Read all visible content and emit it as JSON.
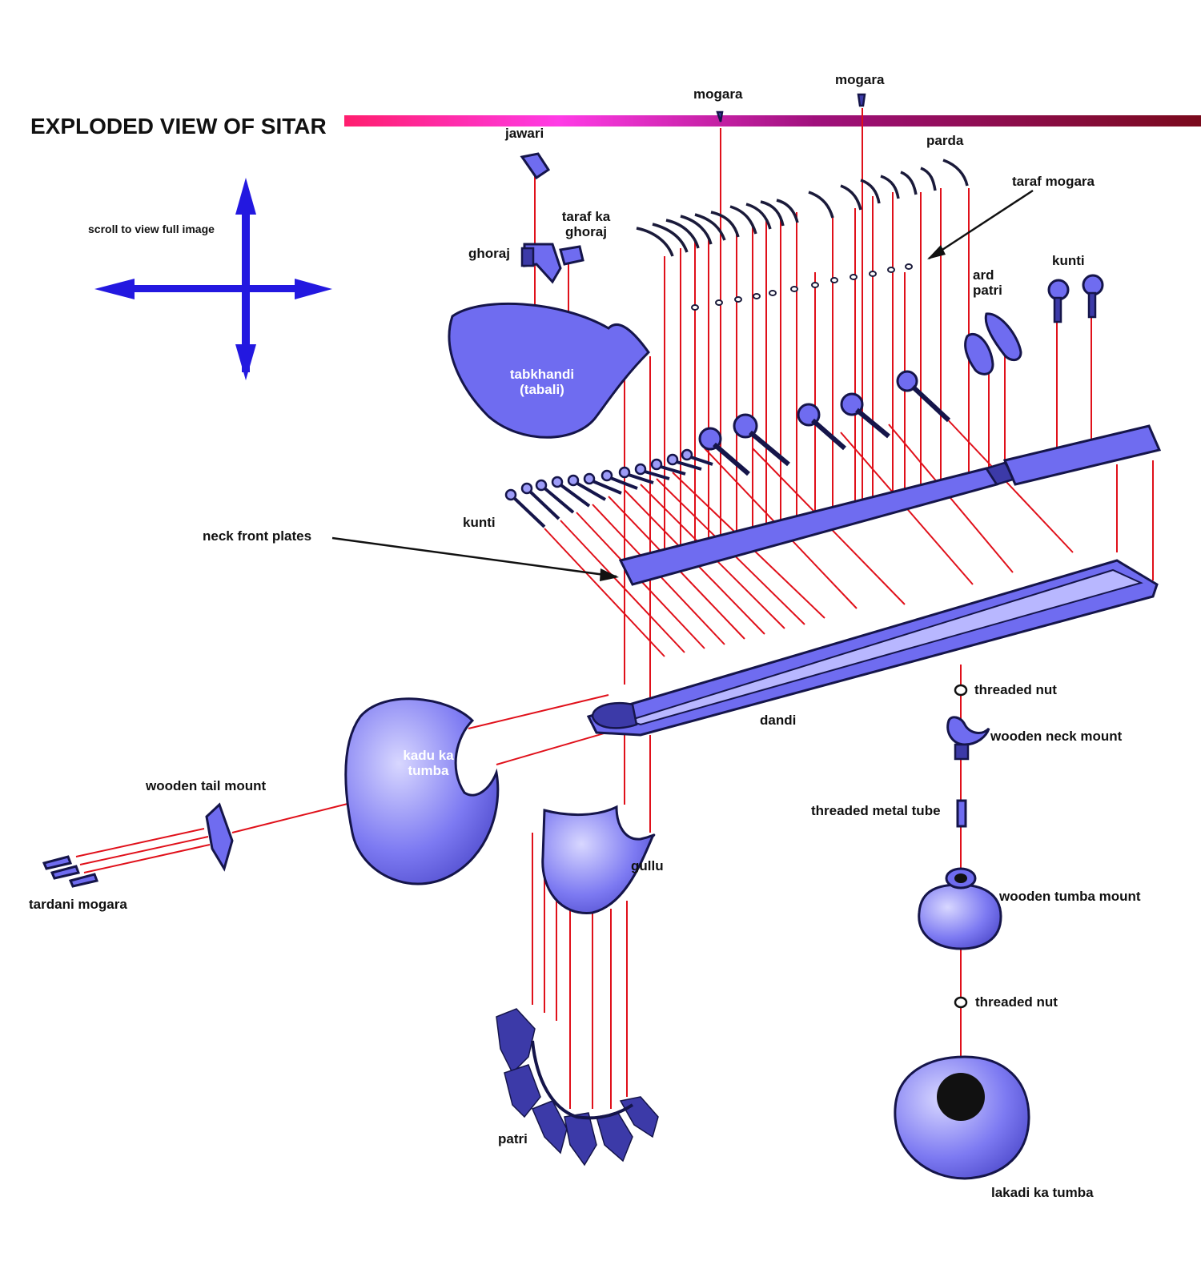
{
  "title": "EXPLODED VIEW OF SITAR",
  "hint": "scroll to view full image",
  "labels": {
    "mogara_1": "mogara",
    "mogara_2": "mogara",
    "jawari": "jawari",
    "parda": "parda",
    "taraf_mogara": "taraf mogara",
    "taraf_ka_ghoraj": "taraf ka ghoraj",
    "ghoraj": "ghoraj",
    "ard_patri": "ard patri",
    "kunti_top": "kunti",
    "tabkhandi": "tabkhandi (tabali)",
    "kunti_left": "kunti",
    "neck_front_plates": "neck front plates",
    "threaded_nut_1": "threaded nut",
    "dandi": "dandi",
    "wooden_neck_mount": "wooden neck mount",
    "kadu_ka_tumba": "kadu ka tumba",
    "wooden_tail_mount": "wooden tail mount",
    "threaded_metal_tube": "threaded metal tube",
    "gullu": "gullu",
    "tardani_mogara": "tardani mogara",
    "wooden_tumba_mount": "wooden tumba mount",
    "threaded_nut_2": "threaded nut",
    "patri": "patri",
    "lakadi_ka_tumba": "lakadi ka tumba"
  },
  "colors": {
    "part_fill": "#6f6cf0",
    "part_outline": "#15154a",
    "assembly_lines": "#e0101a",
    "scroll_arrows": "#2318e0",
    "header_gradient": [
      "#ff1e6e",
      "#ff3ce6",
      "#9a0f7a",
      "#7a0a1c"
    ]
  },
  "icons": [
    "scroll-arrows-icon"
  ]
}
